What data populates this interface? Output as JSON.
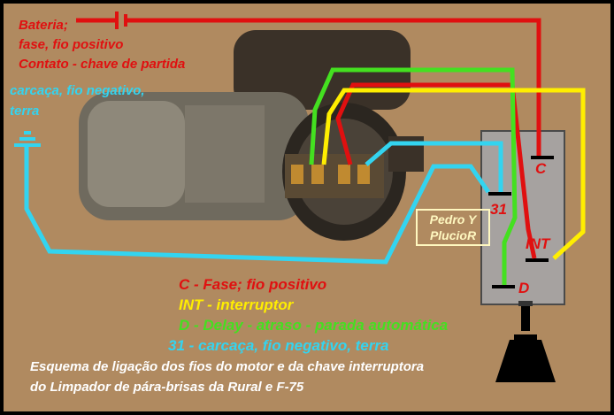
{
  "labels": {
    "battery": "Bateria;",
    "battery_line2": "fase, fio positivo",
    "contact": "Contato - chave de partida",
    "ground_line1": "carcaça, fio negativo,",
    "ground_line2": "terra",
    "author_line1": "Pedro Y",
    "author_line2": "PlucioR"
  },
  "terminals": {
    "c": "C",
    "t31": "31",
    "int": "INT",
    "d": "D"
  },
  "legend": {
    "c": "C - Fase; fio positivo",
    "int": "INT - interruptor",
    "d": "D - Delay - atraso - parada automática",
    "t31": "31 - carcaça, fio negativo, terra"
  },
  "caption": {
    "line1": "Esquema de ligação dos fios do motor e da chave interruptora",
    "line2": "do Limpador de pára-brisas da Rural e F-75"
  },
  "colors": {
    "phase": "#e01010",
    "ground": "#33d4f0",
    "interrupter": "#ffee00",
    "delay": "#44e020",
    "background": "#b08a60"
  }
}
